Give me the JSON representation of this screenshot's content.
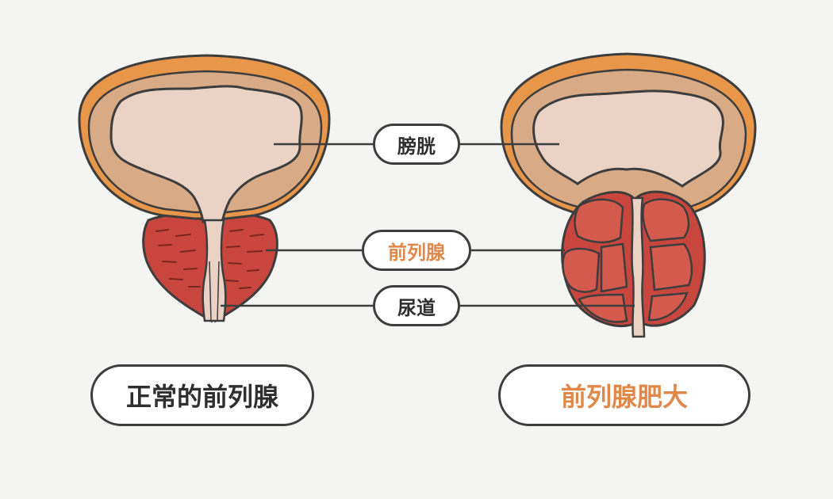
{
  "labels": {
    "bladder": "膀胱",
    "prostate": "前列腺",
    "urethra": "尿道"
  },
  "captions": {
    "normal": "正常的前列腺",
    "enlarged": "前列腺肥大"
  },
  "colors": {
    "background": "#f4f4f3",
    "outline": "#3d3d3d",
    "bladder_outer": "#e8964a",
    "bladder_wall": "#d8aa85",
    "bladder_inner": "#ead3c4",
    "prostate": "#c9463f",
    "prostate_light": "#d55a4e",
    "highlight_text": "#e0884a"
  }
}
